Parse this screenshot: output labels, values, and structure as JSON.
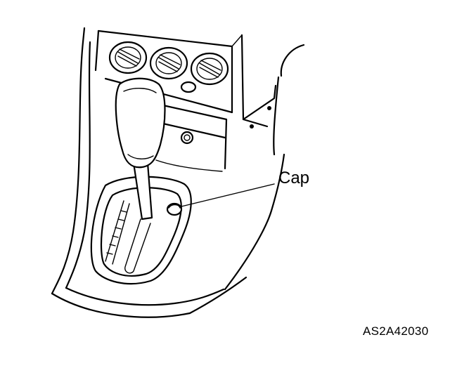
{
  "diagram": {
    "callouts": [
      {
        "id": "cap",
        "label": "Cap"
      }
    ],
    "figure_code": "AS2A42030",
    "colors": {
      "line": "#000000",
      "background": "#ffffff"
    }
  }
}
